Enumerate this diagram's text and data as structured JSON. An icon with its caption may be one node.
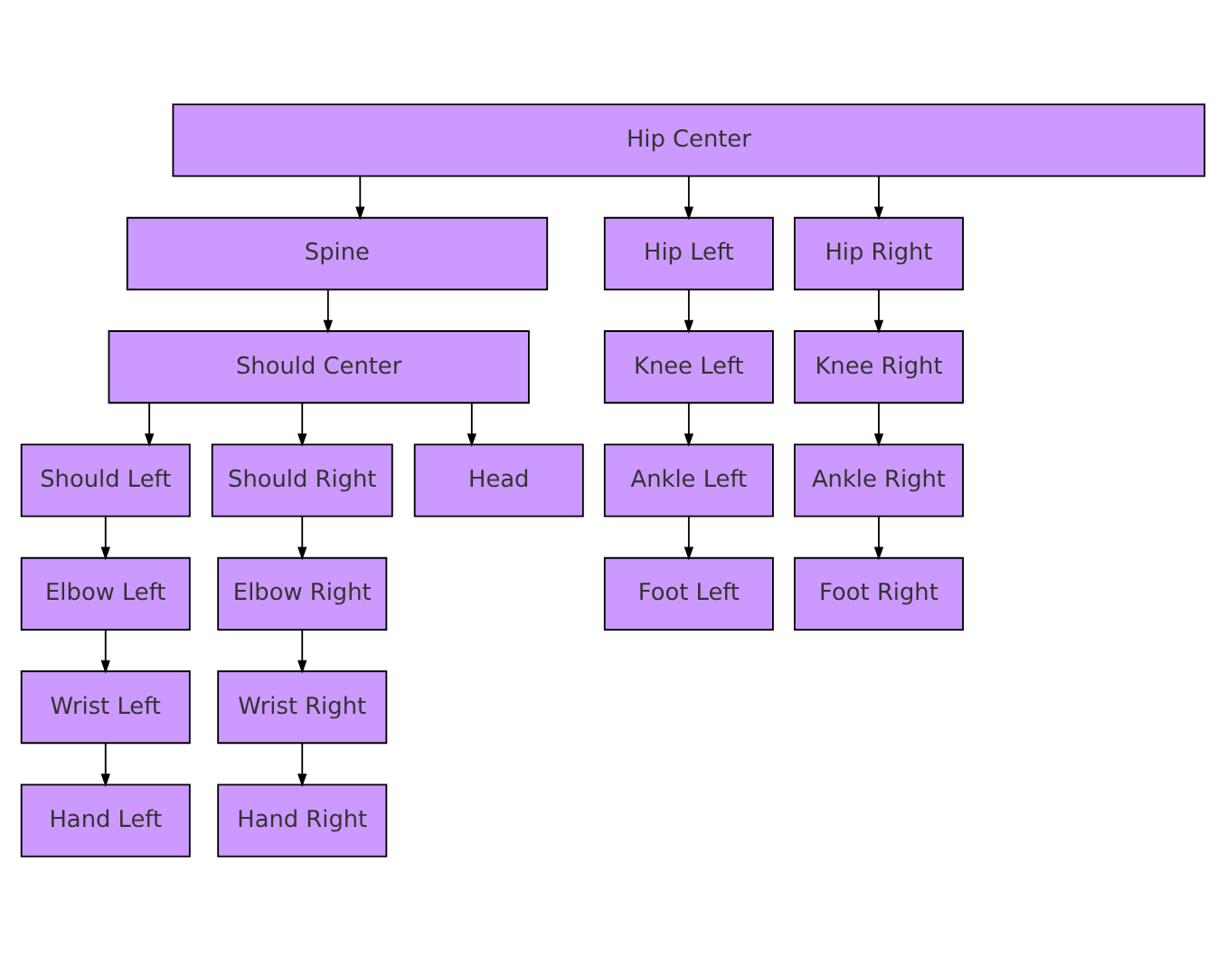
{
  "diagram": {
    "nodes": [
      {
        "text": [
          "Hip Center"
        ]
      },
      {
        "text": [
          "Spine"
        ]
      },
      {
        "text": [
          "Hip Left"
        ]
      },
      {
        "text": [
          "Hip Right"
        ]
      },
      {
        "text": [
          "Should Center"
        ]
      },
      {
        "text": [
          "Knee Left"
        ]
      },
      {
        "text": [
          "Knee Right"
        ]
      },
      {
        "text": [
          "Should Left"
        ]
      },
      {
        "text": [
          "Should Right"
        ]
      },
      {
        "text": [
          "Head"
        ]
      },
      {
        "text": [
          "Ankle Left"
        ]
      },
      {
        "text": [
          "Ankle Right"
        ]
      },
      {
        "text": [
          "Elbow Left"
        ]
      },
      {
        "text": [
          "Elbow Right"
        ]
      },
      {
        "text": [
          "Foot Left"
        ]
      },
      {
        "text": [
          "Foot Right"
        ]
      },
      {
        "text": [
          "Wrist Left"
        ]
      },
      {
        "text": [
          "Wrist Right"
        ]
      },
      {
        "text": [
          "Hand Left"
        ]
      },
      {
        "text": [
          "Hand Right"
        ]
      }
    ],
    "edges": [
      {
        "from": 0,
        "to": 1,
        "arrow": "to"
      },
      {
        "from": 0,
        "to": 2,
        "arrow": "to"
      },
      {
        "from": 0,
        "to": 3,
        "arrow": "to"
      },
      {
        "from": 1,
        "to": 4,
        "arrow": "to"
      },
      {
        "from": 2,
        "to": 5,
        "arrow": "to"
      },
      {
        "from": 3,
        "to": 6,
        "arrow": "to"
      },
      {
        "from": 4,
        "to": 7,
        "arrow": "to"
      },
      {
        "from": 4,
        "to": 8,
        "arrow": "to"
      },
      {
        "from": 4,
        "to": 9,
        "arrow": "to"
      },
      {
        "from": 5,
        "to": 10,
        "arrow": "to"
      },
      {
        "from": 6,
        "to": 11,
        "arrow": "to"
      },
      {
        "from": 7,
        "to": 12,
        "arrow": "to"
      },
      {
        "from": 8,
        "to": 13,
        "arrow": "to"
      },
      {
        "from": 10,
        "to": 14,
        "arrow": "to"
      },
      {
        "from": 11,
        "to": 15,
        "arrow": "to"
      },
      {
        "from": 12,
        "to": 16,
        "arrow": "to"
      },
      {
        "from": 13,
        "to": 17,
        "arrow": "to"
      },
      {
        "from": 16,
        "to": 18,
        "arrow": "to"
      },
      {
        "from": 17,
        "to": 19,
        "arrow": "to"
      }
    ]
  }
}
